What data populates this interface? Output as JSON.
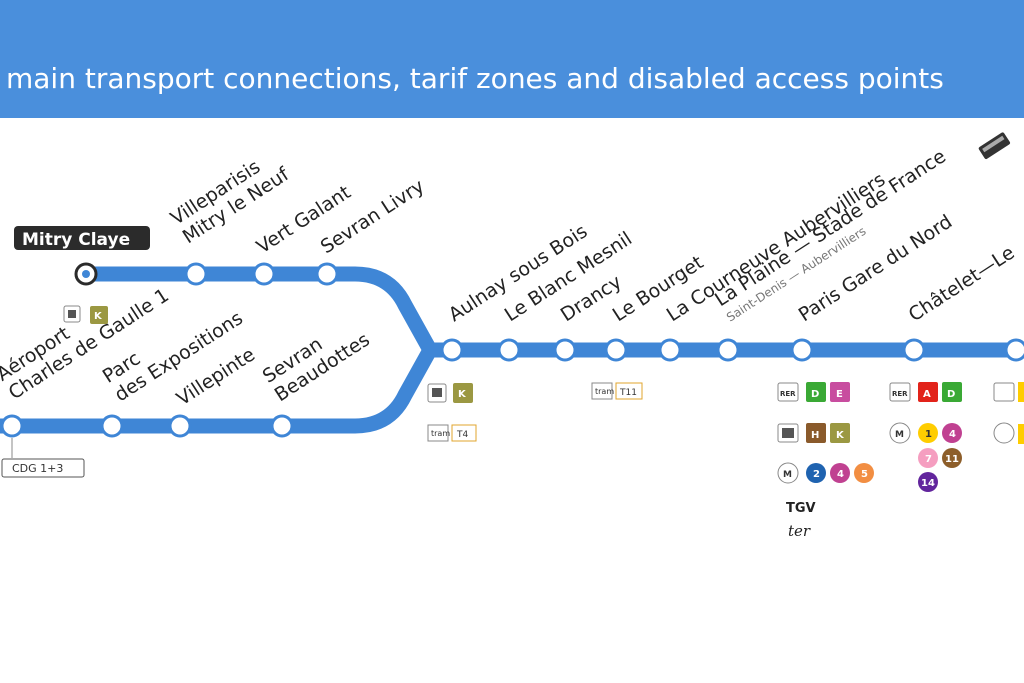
{
  "header": {
    "title": "main transport connections, tarif zones and disabled access points"
  },
  "colors": {
    "header_bg": "#4a8fdc",
    "line": "#3f86d6",
    "rer_b_red": "#e2231a",
    "rer_d_green": "#3aa935",
    "rer_e_magenta": "#c84d9f",
    "transilien_h": "#8a5a2b",
    "transilien_k": "#9b9842",
    "metro_2": "#1f63b0",
    "metro_4": "#c04191",
    "metro_5": "#f28e42",
    "metro_1": "#ffcd00",
    "metro_7": "#f59ec0",
    "metro_11": "#8d5e2a",
    "metro_14": "#62259d",
    "tram_t4": "#e2a52d"
  },
  "terminus": {
    "label": "Mitry Claye"
  },
  "stations": {
    "villeparisis": [
      "Villeparisis",
      "Mitry le Neuf"
    ],
    "vert_galant": "Vert Galant",
    "sevran_livry": "Sevran Livry",
    "aeroport": [
      "Aéroport",
      "Charles de Gaulle 1"
    ],
    "parc": [
      "Parc",
      "des Expositions"
    ],
    "villepinte": "Villepinte",
    "sevran_beaudottes": [
      "Sevran",
      "Beaudottes"
    ],
    "aulnay": "Aulnay sous Bois",
    "blanc_mesnil": "Le Blanc Mesnil",
    "drancy": "Drancy",
    "bourget": "Le Bourget",
    "courneuve": "La Courneuve Aubervilliers",
    "plaine": "La Plaine — Stade de France",
    "plaine_sub": "Saint-Denis — Aubervilliers",
    "gare_nord": "Paris Gare du Nord",
    "chatelet": "Châtelet—Le"
  },
  "connections": {
    "mitry": [
      "K"
    ],
    "cdg": "CDG 1+3",
    "aulnay": [
      "K",
      "T4"
    ],
    "bourget": [
      "T11"
    ],
    "gare_nord_rer": [
      "D",
      "E"
    ],
    "gare_nord_transilien": [
      "H",
      "K"
    ],
    "gare_nord_metro": [
      "2",
      "4",
      "5"
    ],
    "gare_nord_extra": [
      "TGV",
      "ter"
    ],
    "chatelet_rer": [
      "A",
      "D"
    ],
    "chatelet_metro": [
      "1",
      "4",
      "7",
      "11",
      "14"
    ]
  }
}
